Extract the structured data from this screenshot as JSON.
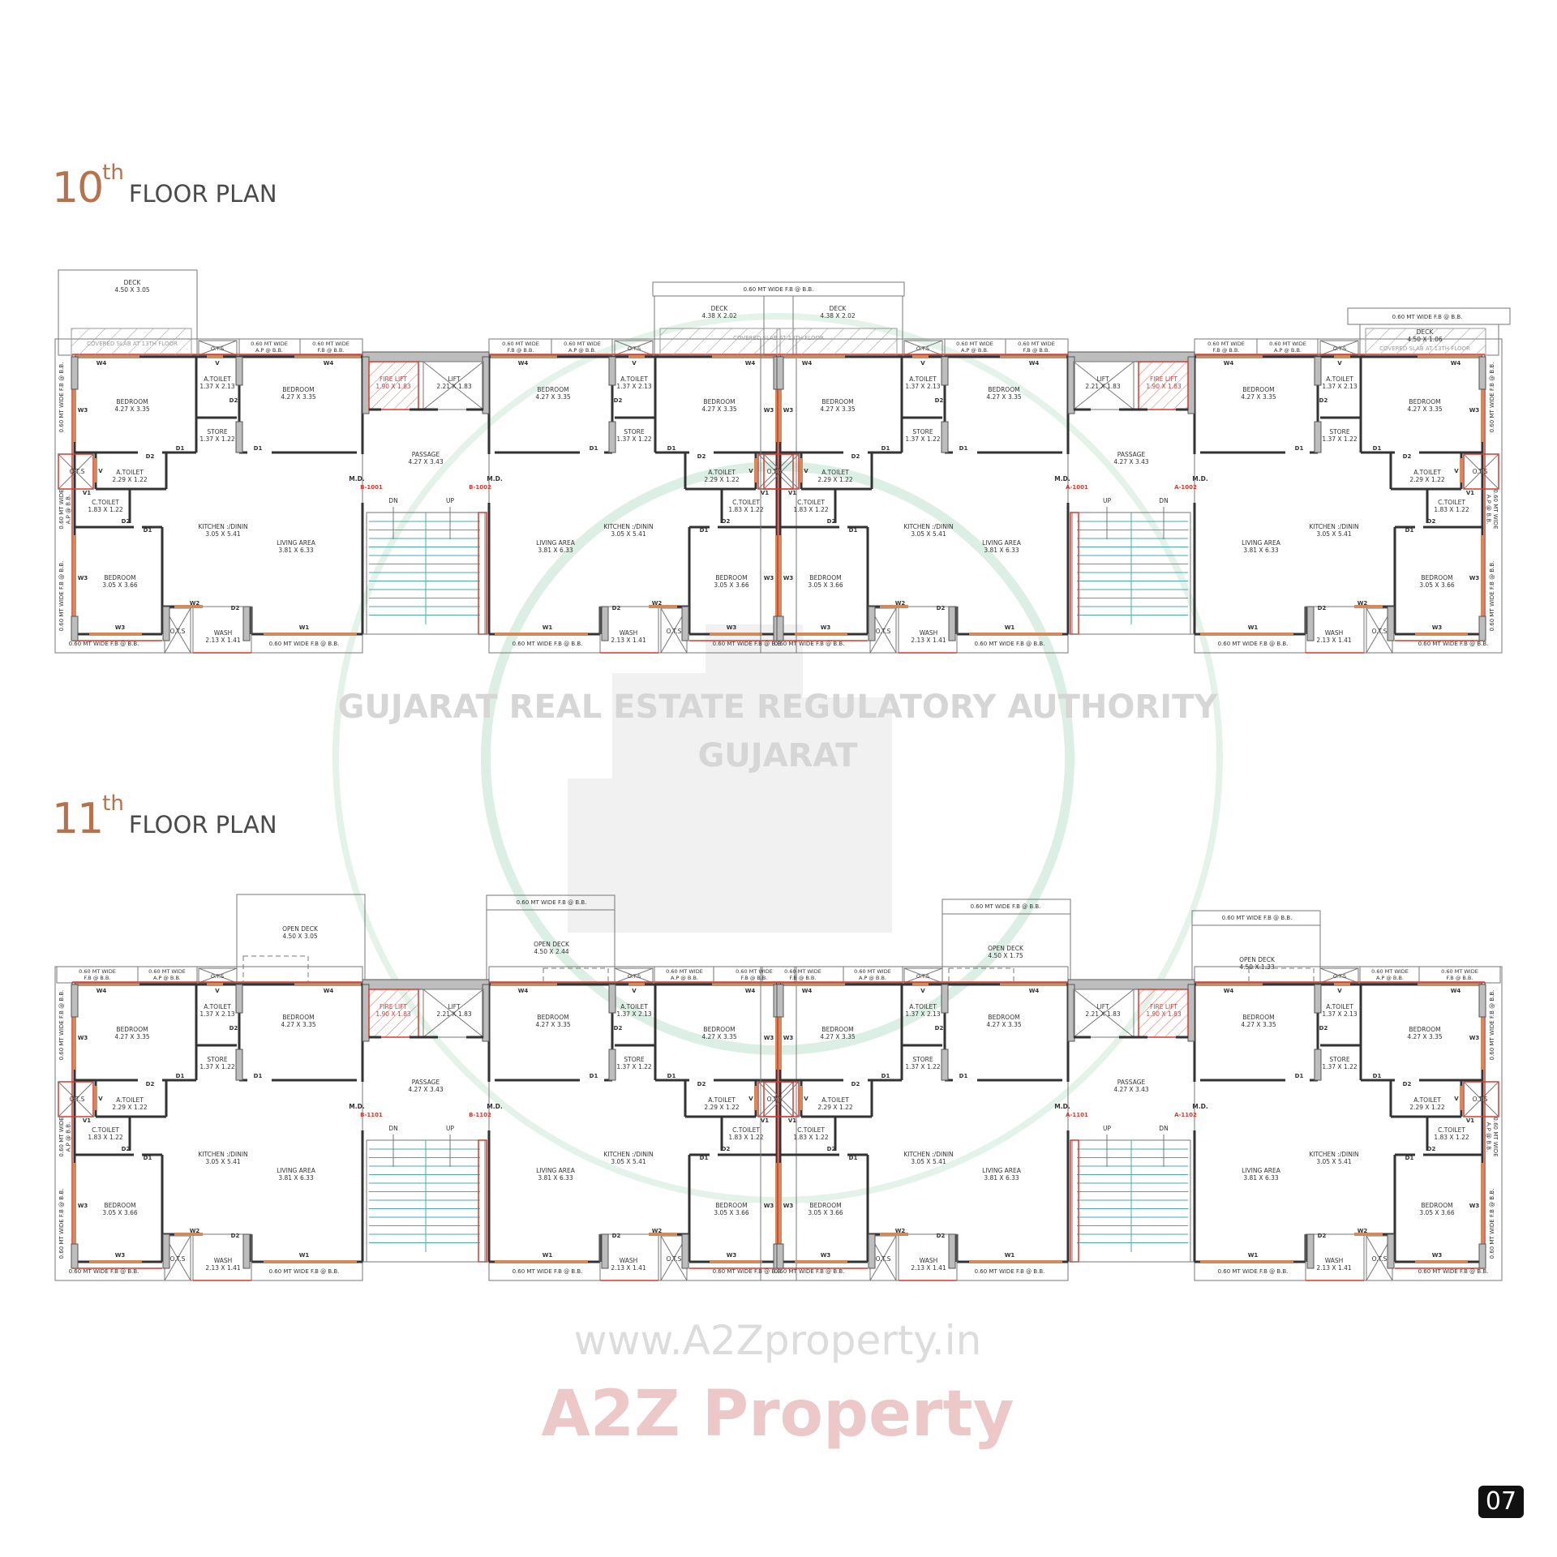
{
  "page_number": "07",
  "floors": [
    {
      "number": "10",
      "suffix": "th",
      "title": "FLOOR PLAN",
      "units": [
        "B-1001",
        "B-1002",
        "A-1001",
        "A-1002"
      ],
      "decks": [
        {
          "name": "DECK",
          "dim": "4.50 X 3.05"
        },
        {
          "name": "DECK",
          "dim": "4.38 X 2.02"
        },
        {
          "name": "DECK",
          "dim": "4.38 X 2.02"
        },
        {
          "name": "DECK",
          "dim": "4.50 X 1.06"
        }
      ],
      "covered_slab": "COVERED SLAB AT 13TH FLOOR"
    },
    {
      "number": "11",
      "suffix": "th",
      "title": "FLOOR PLAN",
      "units": [
        "B-1101",
        "B-1102",
        "A-1101",
        "A-1102"
      ],
      "decks": [
        {
          "name": "OPEN DECK",
          "dim": "4.50 X 3.05"
        },
        {
          "name": "OPEN DECK",
          "dim": "4.50 X 2.44"
        },
        {
          "name": "OPEN DECK",
          "dim": "4.50 X 1.75"
        },
        {
          "name": "OPEN DECK",
          "dim": "4.50 X 1.33"
        }
      ],
      "covered_slab": ""
    }
  ],
  "strips": {
    "fb": "0.60 MT WIDE F.B @ B.B.",
    "ap": "0.60 MT WIDE A.P @ B.B."
  },
  "unit_rooms": [
    {
      "name": "BEDROOM",
      "dim": "4.27 X 3.35"
    },
    {
      "name": "A.TOILET",
      "dim": "1.37 X 2.13"
    },
    {
      "name": "STORE",
      "dim": "1.37 X 1.22"
    },
    {
      "name": "BEDROOM",
      "dim": "4.27 X 3.35"
    },
    {
      "name": "A.TOILET",
      "dim": "2.29 X 1.22"
    },
    {
      "name": "C.TOILET",
      "dim": "1.83 X 1.22"
    },
    {
      "name": "KITCHEN :/DININ",
      "dim": "3.05 X 5.41"
    },
    {
      "name": "LIVING AREA",
      "dim": "3.81 X 6.33"
    },
    {
      "name": "BEDROOM",
      "dim": "3.05 X 3.66"
    },
    {
      "name": "WASH",
      "dim": "2.13 X 1.41"
    }
  ],
  "ots": "O.T.S",
  "main_door": "M.D.",
  "fixture_labels": [
    "W4",
    "W4",
    "V",
    "W3",
    "D2",
    "D1",
    "D1",
    "D2",
    "V",
    "V1",
    "D2",
    "D1",
    "W3",
    "W3",
    "W2",
    "D2",
    "W1"
  ],
  "core": {
    "fire_lift": {
      "name": "FIRE LIFT",
      "dim": "1.90 X 1.83"
    },
    "lift": {
      "name": "LIFT",
      "dim": "2.21 X 1.83"
    },
    "passage": {
      "name": "PASSAGE",
      "dim": "4.27 X 3.43"
    },
    "down": "DN",
    "up": "UP"
  },
  "watermark": {
    "ring_text": "GUJARAT REAL ESTATE REGULATORY AUTHORITY",
    "bottom_text": "GUJARAT",
    "site_text": "www.A2Zproperty.in",
    "logo_text": "A2Z Property"
  },
  "colors": {
    "accent": "#b5724c",
    "wall": "#333333",
    "window": "#d08a5c",
    "fire": "#d9392b",
    "stair": "#4aa8b5"
  }
}
